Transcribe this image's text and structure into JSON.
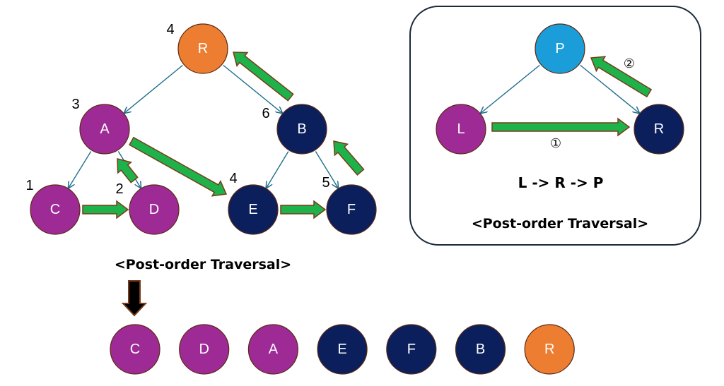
{
  "colors": {
    "root": "#ED7D31",
    "purple": "#9E2A96",
    "navy": "#0B1F5C",
    "sky": "#1A9DD9",
    "green": "#1EB24A",
    "edge": "#1F6E8C"
  },
  "tree": {
    "nodes": {
      "R": {
        "label": "R",
        "order": "4",
        "color": "root"
      },
      "A": {
        "label": "A",
        "order": "3",
        "color": "purple"
      },
      "B": {
        "label": "B",
        "order": "6",
        "color": "navy"
      },
      "C": {
        "label": "C",
        "order": "1",
        "color": "purple"
      },
      "D": {
        "label": "D",
        "order": "2",
        "color": "purple"
      },
      "E": {
        "label": "E",
        "order": "4",
        "color": "navy"
      },
      "F": {
        "label": "F",
        "order": "5",
        "color": "navy"
      }
    },
    "edges": [
      [
        "R",
        "A"
      ],
      [
        "R",
        "B"
      ],
      [
        "A",
        "C"
      ],
      [
        "A",
        "D"
      ],
      [
        "B",
        "E"
      ],
      [
        "B",
        "F"
      ]
    ],
    "title": "<Post-order Traversal>"
  },
  "box": {
    "nodes": {
      "P": {
        "label": "P",
        "color": "sky"
      },
      "L": {
        "label": "L",
        "color": "purple"
      },
      "R": {
        "label": "R",
        "color": "navy"
      }
    },
    "step1": "①",
    "step2": "②",
    "formula": "L -> R -> P",
    "title": "<Post-order Traversal>"
  },
  "sequence": [
    {
      "label": "C",
      "color": "purple"
    },
    {
      "label": "D",
      "color": "purple"
    },
    {
      "label": "A",
      "color": "purple"
    },
    {
      "label": "E",
      "color": "navy"
    },
    {
      "label": "F",
      "color": "navy"
    },
    {
      "label": "B",
      "color": "navy"
    },
    {
      "label": "R",
      "color": "root"
    }
  ]
}
